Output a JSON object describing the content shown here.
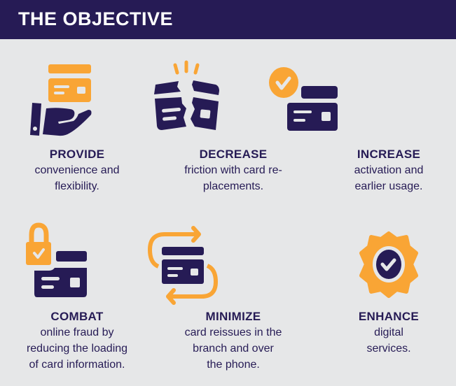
{
  "header": {
    "title": "THE OBJECTIVE"
  },
  "colors": {
    "navy": "#261b55",
    "orange": "#f9a535",
    "background": "#e6e7e8"
  },
  "items": [
    {
      "title": "PROVIDE",
      "lines": [
        "convenience and",
        "flexibility."
      ],
      "icon": "hand-card-icon"
    },
    {
      "title": "DECREASE",
      "lines": [
        "friction with card re-",
        "placements."
      ],
      "icon": "broken-card-icon"
    },
    {
      "title": "INCREASE",
      "lines": [
        "activation and",
        "earlier usage."
      ],
      "icon": "card-check-icon"
    },
    {
      "title": "COMBAT",
      "lines": [
        "online fraud by",
        "reducing the loading",
        "of card information."
      ],
      "icon": "lock-card-icon"
    },
    {
      "title": "MINIMIZE",
      "lines": [
        "card reissues in the",
        "branch and over",
        "the phone."
      ],
      "icon": "card-exchange-icon"
    },
    {
      "title": "ENHANCE",
      "lines": [
        "digital",
        "services."
      ],
      "icon": "verified-badge-icon"
    }
  ]
}
